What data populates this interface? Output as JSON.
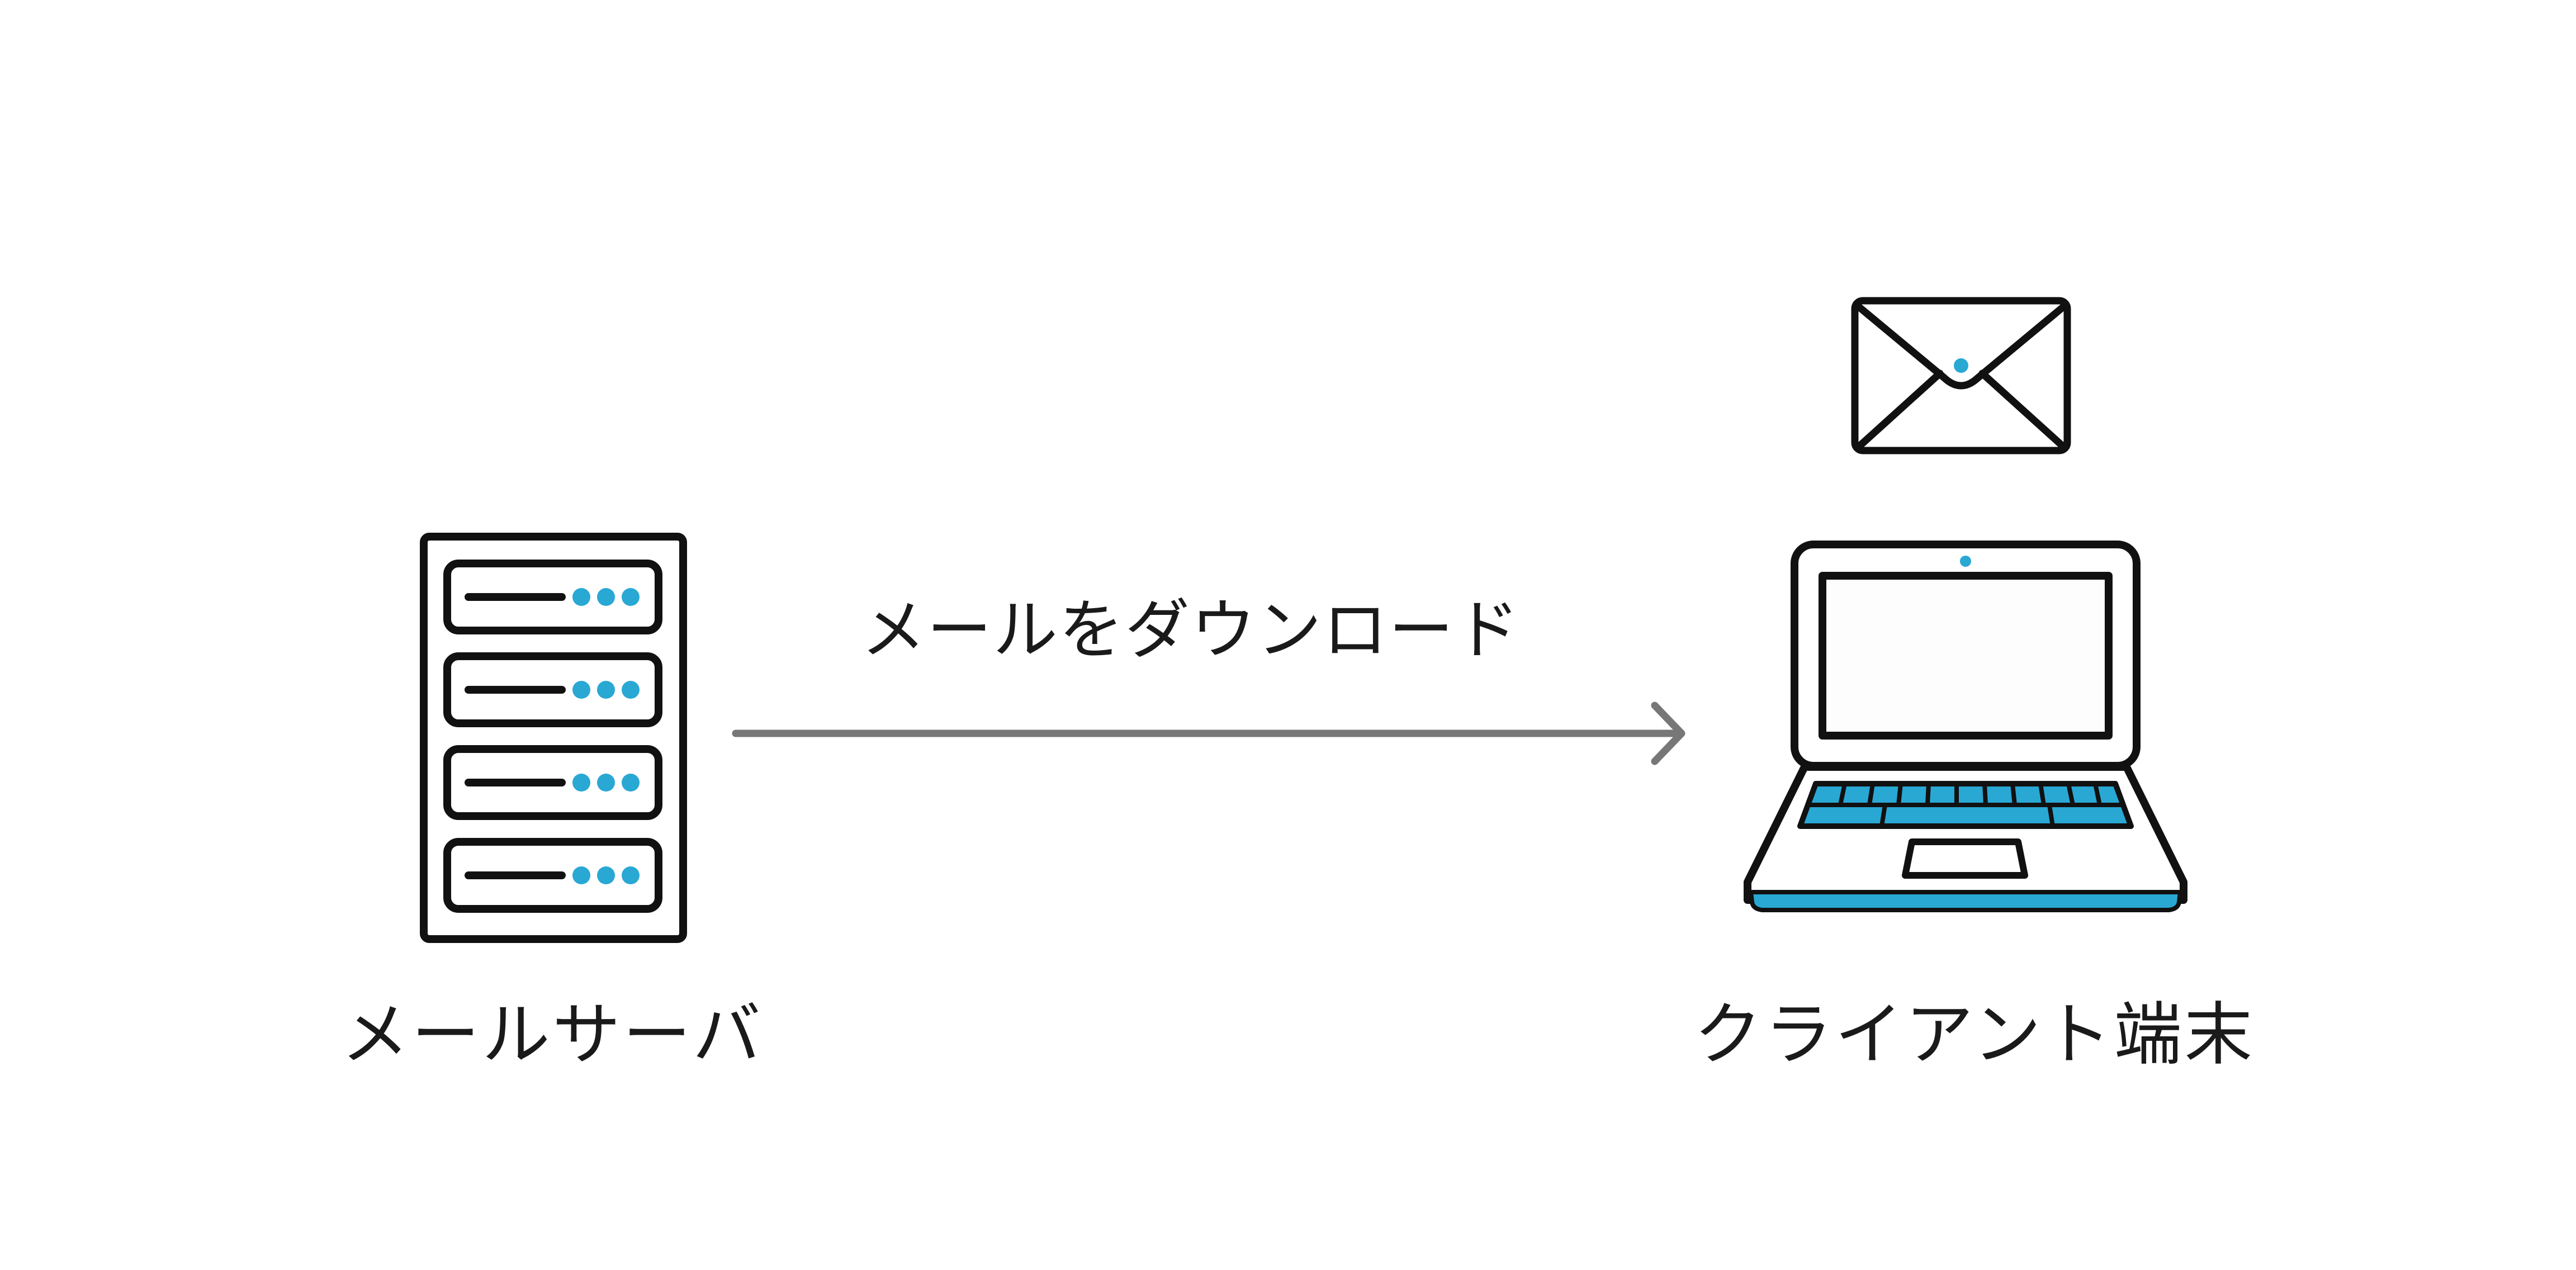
{
  "colors": {
    "stroke": "#111111",
    "accent": "#29a8d4",
    "arrow": "#777777",
    "background": "#ffffff"
  },
  "nodes": {
    "server": {
      "label": "メールサーバ",
      "icon": "server-rack-icon",
      "unit_count": 4
    },
    "client": {
      "label": "クライアント端末",
      "icon": "laptop-icon"
    },
    "mail": {
      "icon": "envelope-icon"
    }
  },
  "edge": {
    "label": "メールをダウンロード",
    "direction": "server-to-client"
  }
}
